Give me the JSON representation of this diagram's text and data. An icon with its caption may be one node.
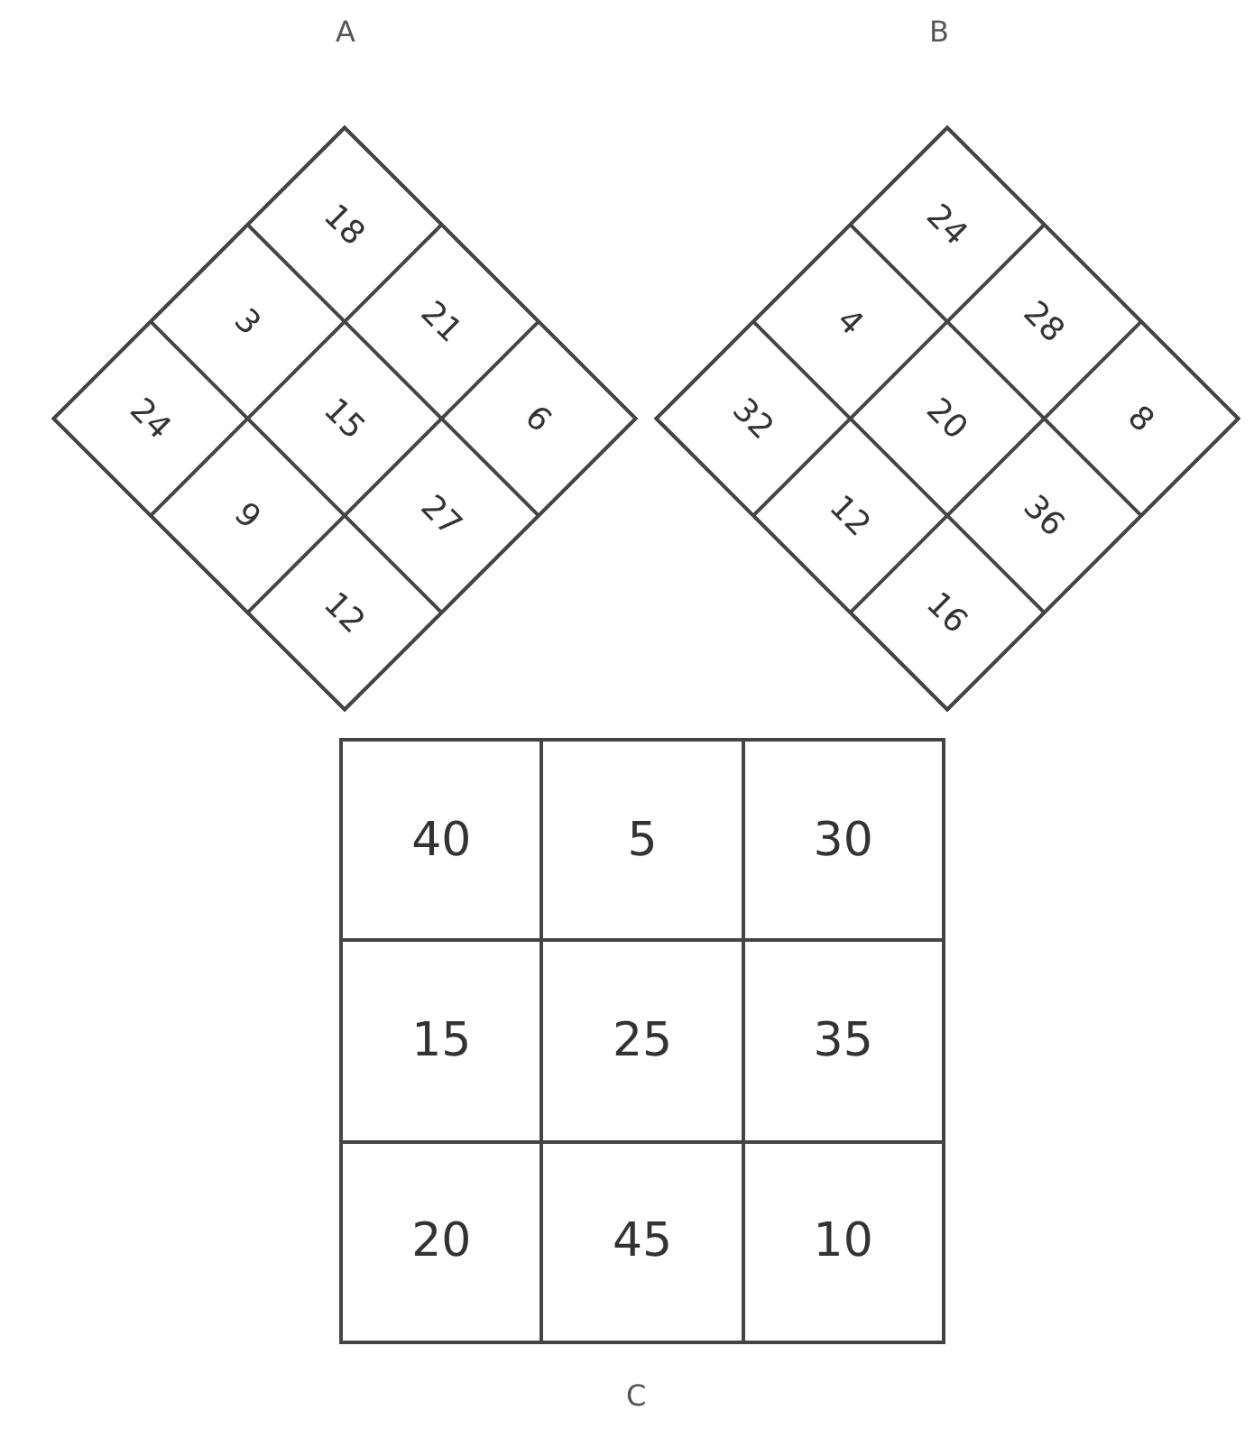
{
  "diagram": {
    "labels": [
      "A",
      "B",
      "18",
      "21",
      "6",
      "3",
      "15",
      "27",
      "24",
      "9",
      "12",
      "24",
      "28",
      "8",
      "4",
      "20",
      "36",
      "32",
      "12",
      "16",
      "40",
      "5",
      "30",
      "15",
      "25",
      "35",
      "20",
      "45",
      "10",
      "C"
    ]
  }
}
